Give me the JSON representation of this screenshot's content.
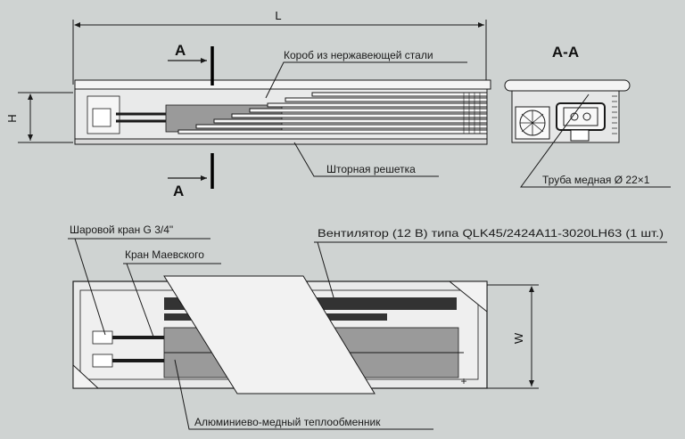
{
  "dimensions": {
    "length": "L",
    "height": "H",
    "width": "W"
  },
  "section": {
    "marker": "A",
    "title": "A-A"
  },
  "labels": {
    "stainless_box": "Короб из нержавеющей стали",
    "roll_grille": "Шторная решетка",
    "copper_pipe": "Труба медная Ø 22×1",
    "ball_valve": "Шаровой кран G 3/4\"",
    "mayevsky_valve": "Кран Маевского",
    "fan": "Вентилятор (12 В) типа QLK45/2424A11-3020LH63 (1 шт.)",
    "heat_exchanger": "Алюминиево-медный теплообменник"
  },
  "colors": {
    "background": "#cfd3d2",
    "line": "#1a1a1a",
    "light_fill": "#f2f2f2",
    "fin_fill": "#9a9a9a",
    "dark_bar": "#333333"
  }
}
